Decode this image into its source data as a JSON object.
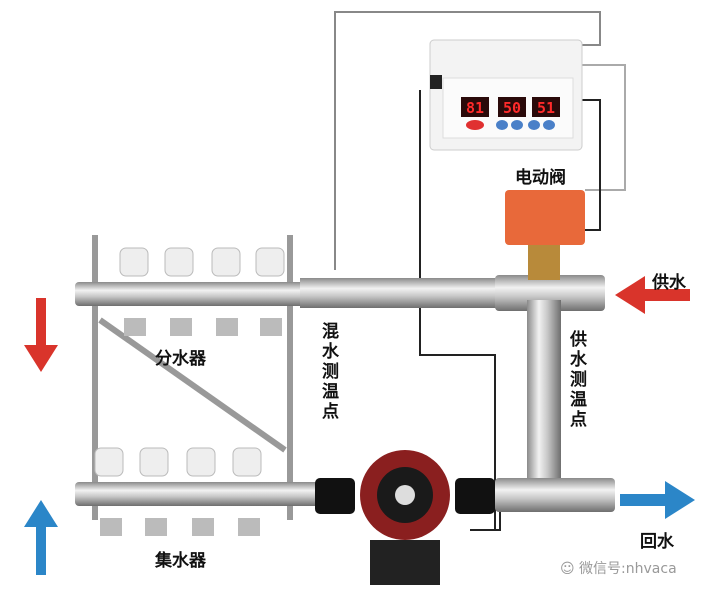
{
  "labels": {
    "motor_valve": "电动阀",
    "supply_water": "供水",
    "mixed_water_temp_point": "混水测温点",
    "distributor": "分水器",
    "supply_water_temp_point": "供水测温点",
    "collector": "集水器",
    "return_water": "回水"
  },
  "controller": {
    "displays": [
      "81",
      "50",
      "51"
    ]
  },
  "watermark": "微信号:nhvaca",
  "colors": {
    "supply_arrow": "#d9342b",
    "return_arrow": "#2b86c8",
    "valve_orange": "#e8693a",
    "pump_red": "#8a1f1f",
    "display_red": "#ff2a2a"
  }
}
